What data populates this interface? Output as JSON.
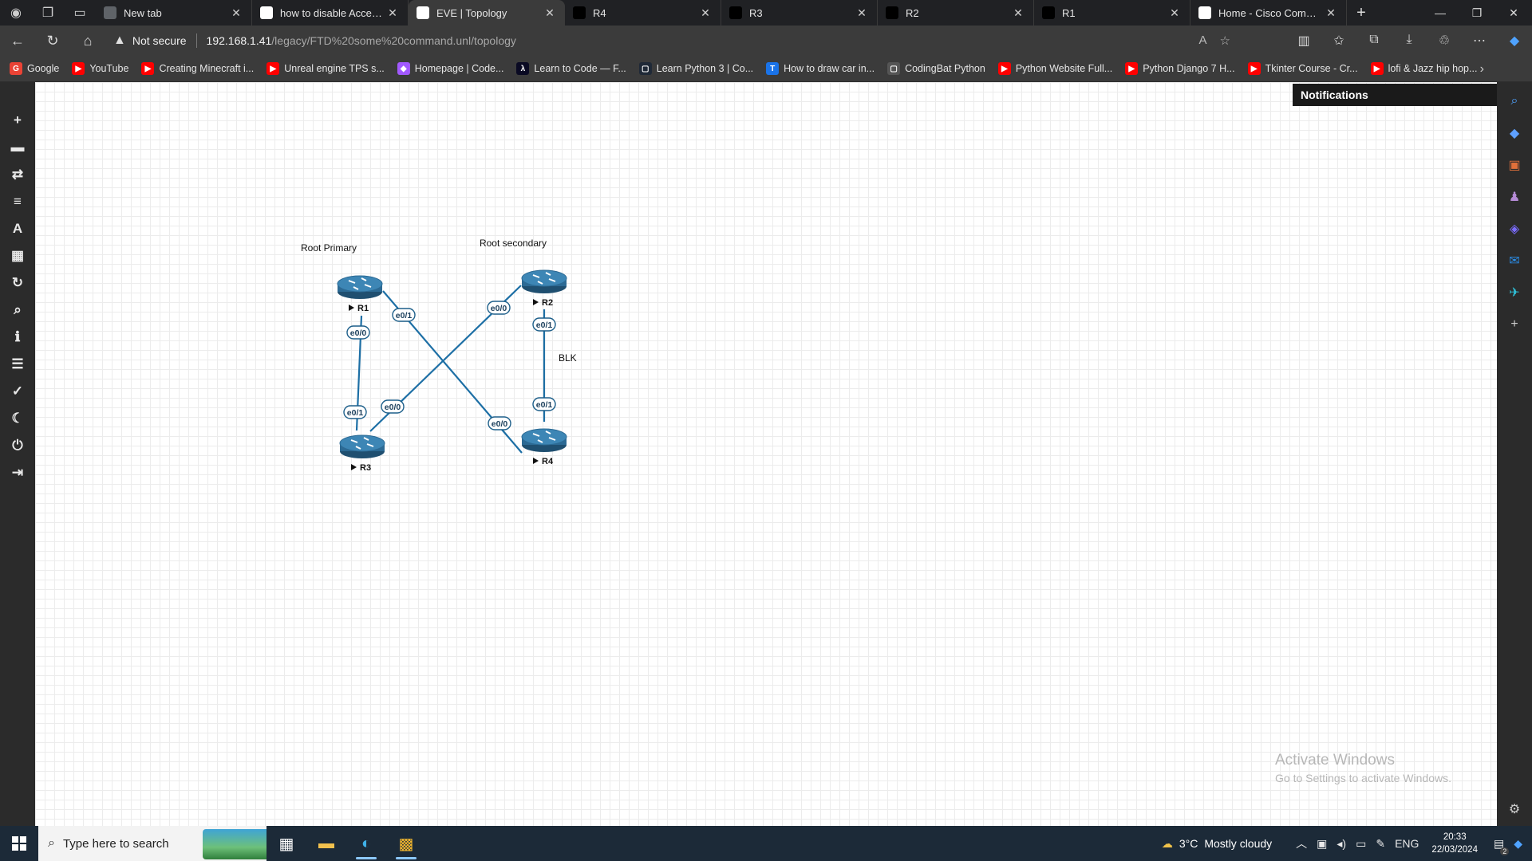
{
  "tabs": [
    {
      "title": "New tab",
      "color": "#5f6368"
    },
    {
      "title": "how to disable Accept co",
      "color": "#ffffff"
    },
    {
      "title": "EVE | Topology",
      "color": "#ffffff"
    },
    {
      "title": "R4",
      "color": "#000000"
    },
    {
      "title": "R3",
      "color": "#000000"
    },
    {
      "title": "R2",
      "color": "#000000"
    },
    {
      "title": "R1",
      "color": "#000000"
    },
    {
      "title": "Home - Cisco Communit",
      "color": "#ffffff"
    }
  ],
  "active_tab": "EVE | Topology",
  "address": {
    "security": "Not secure",
    "host": "192.168.1.41",
    "path": "/legacy/FTD%20some%20command.unl/topology"
  },
  "bookmarks": [
    {
      "label": "Google",
      "icon": "google-icon",
      "color": "#ea4335"
    },
    {
      "label": "YouTube",
      "icon": "youtube-icon",
      "color": "#ff0000"
    },
    {
      "label": "Creating Minecraft i...",
      "icon": "youtube-icon",
      "color": "#ff0000"
    },
    {
      "label": "Unreal engine TPS s...",
      "icon": "youtube-icon",
      "color": "#ff0000"
    },
    {
      "label": "Homepage | Code...",
      "icon": "codepen-icon",
      "color": "#a259ff"
    },
    {
      "label": "Learn to Code — F...",
      "icon": "fcc-icon",
      "color": "#0a0a23"
    },
    {
      "label": "Learn Python 3 | Co...",
      "icon": "page-icon",
      "color": "#1f2937"
    },
    {
      "label": "How to draw car in...",
      "icon": "t-icon",
      "color": "#1a73e8"
    },
    {
      "label": "CodingBat Python",
      "icon": "page-icon",
      "color": "#555555"
    },
    {
      "label": "Python Website Full...",
      "icon": "youtube-icon",
      "color": "#ff0000"
    },
    {
      "label": "Python Django 7 H...",
      "icon": "youtube-icon",
      "color": "#ff0000"
    },
    {
      "label": "Tkinter Course - Cr...",
      "icon": "youtube-icon",
      "color": "#ff0000"
    },
    {
      "label": "lofi & Jazz hip hop...",
      "icon": "youtube-icon",
      "color": "#ff0000"
    }
  ],
  "left_tools": [
    "add-icon",
    "nodes-icon",
    "networks-icon",
    "startup-configs-icon",
    "text-icon",
    "pictures-icon",
    "refresh-icon",
    "zoom-icon",
    "info-icon",
    "lab-details-icon",
    "status-icon",
    "dark-mode-icon",
    "power-icon",
    "logout-icon"
  ],
  "notifications": {
    "title": "Notifications",
    "close": "✖"
  },
  "topology": {
    "texts": [
      {
        "id": "root-primary",
        "text": "Root Primary"
      },
      {
        "id": "root-secondary",
        "text": "Root secondary"
      },
      {
        "id": "blk",
        "text": "BLK"
      }
    ],
    "routers": [
      {
        "name": "R1"
      },
      {
        "name": "R2"
      },
      {
        "name": "R3"
      },
      {
        "name": "R4"
      }
    ],
    "interfaces": [
      {
        "label": "e0/1"
      },
      {
        "label": "e0/0"
      },
      {
        "label": "e0/0"
      },
      {
        "label": "e0/1"
      },
      {
        "label": "e0/0"
      },
      {
        "label": "e0/0"
      },
      {
        "label": "e0/1"
      },
      {
        "label": "e0/1"
      }
    ],
    "link_color": "#1d6fa5",
    "router_color": "#2c6a94"
  },
  "watermark": {
    "line1": "Activate Windows",
    "line2": "Go to Settings to activate Windows."
  },
  "taskbar": {
    "search_placeholder": "Type here to search",
    "weather_temp": "3°C",
    "weather_text": "Mostly cloudy",
    "language": "ENG",
    "time": "20:33",
    "date": "22/03/2024",
    "notif_count": "2"
  }
}
